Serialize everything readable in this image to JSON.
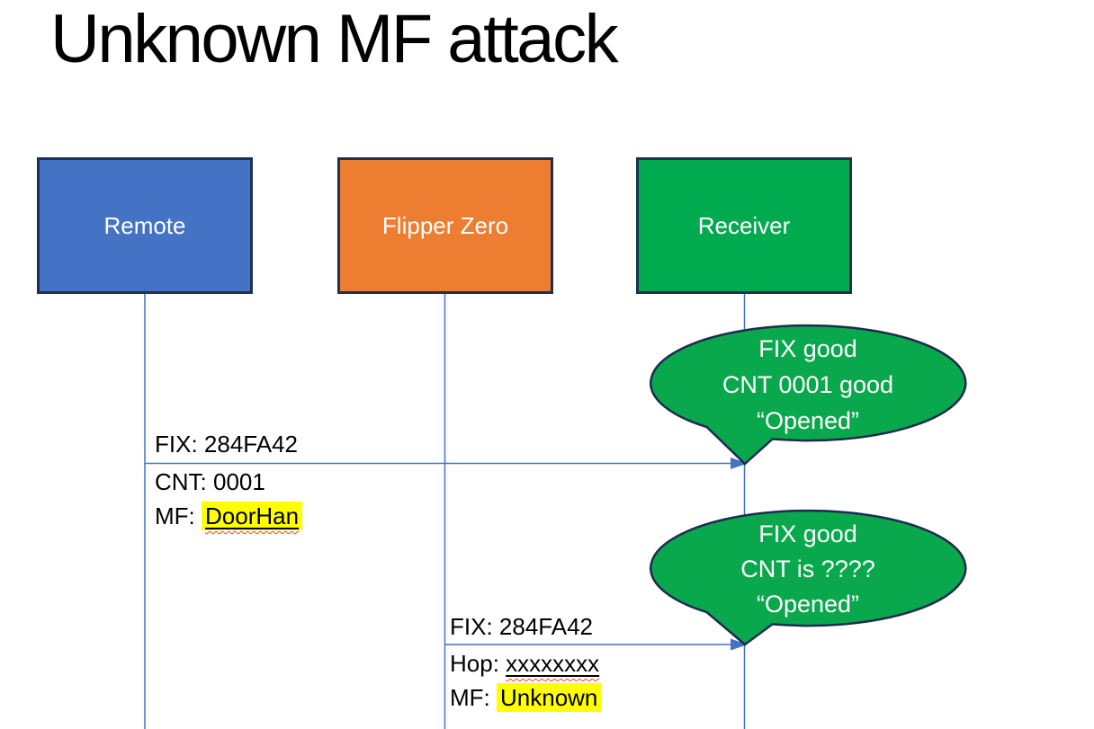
{
  "title": "Unknown MF attack",
  "actors": [
    {
      "label": "Remote",
      "fill": "#4472C4"
    },
    {
      "label": "Flipper Zero",
      "fill": "#ED7D31"
    },
    {
      "label": "Receiver",
      "fill": "#00AB50"
    }
  ],
  "messages": [
    {
      "above_line": "FIX: 284FA42",
      "line2": "CNT: 0001",
      "line3_label": "MF: ",
      "line3_value": "DoorHan"
    },
    {
      "above_line": "FIX: 284FA42",
      "line2_label": "Hop: ",
      "line2_value": "xxxxxxxx",
      "line3_label": "MF: ",
      "line3_value": "Unknown"
    }
  ],
  "callouts": [
    {
      "lines": [
        "FIX good",
        "CNT 0001 good",
        "“Opened”"
      ]
    },
    {
      "lines": [
        "FIX good",
        "CNT is ????",
        "“Opened”"
      ]
    }
  ],
  "colors": {
    "connector": "#4472C4",
    "box_border": "#1F3050",
    "callout_fill": "#0AA84C",
    "callout_border": "#1C2C4F",
    "highlight": "#FFFF00",
    "squiggle": "#FF4030",
    "title_text": "#000000",
    "actor_text": "#FFFFFF",
    "callout_text": "#FFFFFF"
  }
}
